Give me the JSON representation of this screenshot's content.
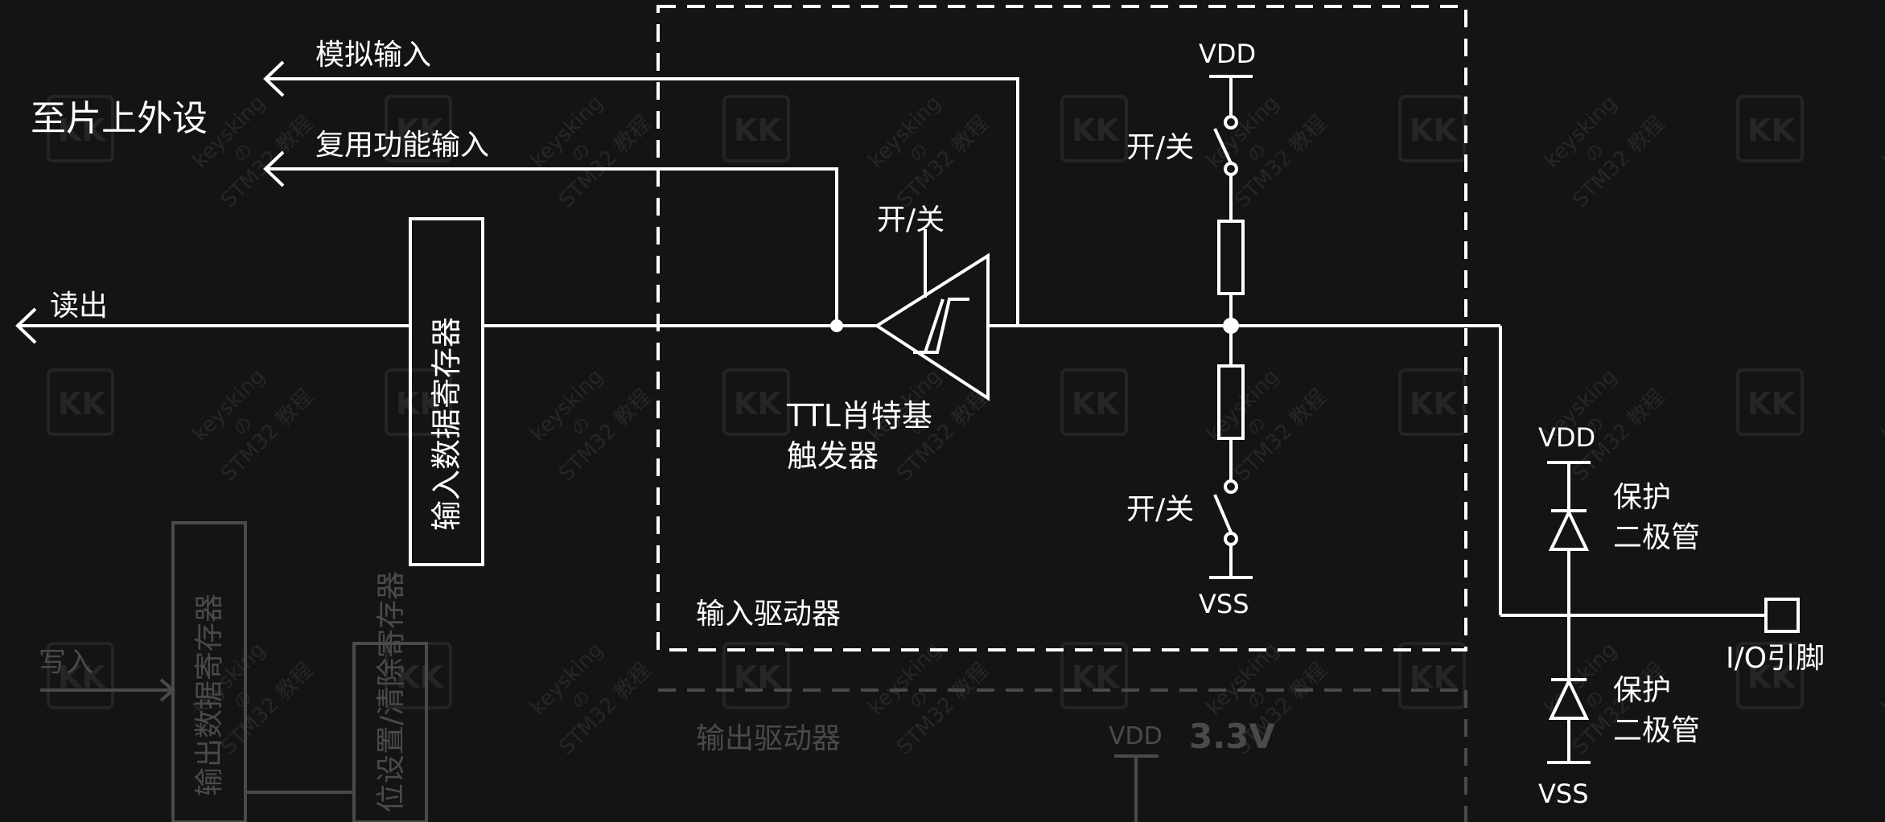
{
  "labels": {
    "analog_in": "模拟输入",
    "to_peripheral": "至片上外设",
    "alt_func_in": "复用功能输入",
    "read_out": "读出",
    "input_data_register": "输入数据寄存器",
    "schmitt_switch": "开/关",
    "schmitt_name_line1": "TTL肖特基",
    "schmitt_name_line2": "触发器",
    "vdd_top": "VDD",
    "pullup_switch": "开/关",
    "pulldown_switch": "开/关",
    "vss_bottom": "VSS",
    "input_driver": "输入驱动器",
    "vdd_protect": "VDD",
    "protect_diode_top_1": "保护",
    "protect_diode_top_2": "二极管",
    "protect_diode_bottom_1": "保护",
    "protect_diode_bottom_2": "二极管",
    "vss_protect": "VSS",
    "io_pin": "I/O引脚",
    "write_in": "写入",
    "output_data_register": "输出数据寄存器",
    "bit_set_reset_register": "位设置/清除寄存器",
    "output_driver": "输出驱动器",
    "vdd_out": "VDD",
    "voltage_3v3": "3.3V"
  },
  "watermark": {
    "logo": "KK",
    "text1": "keysking",
    "text2": "の",
    "text3": "STM32 教程"
  },
  "colors": {
    "background": "#141414",
    "line": "#ffffff",
    "dimmed": "#4a4a4a"
  }
}
